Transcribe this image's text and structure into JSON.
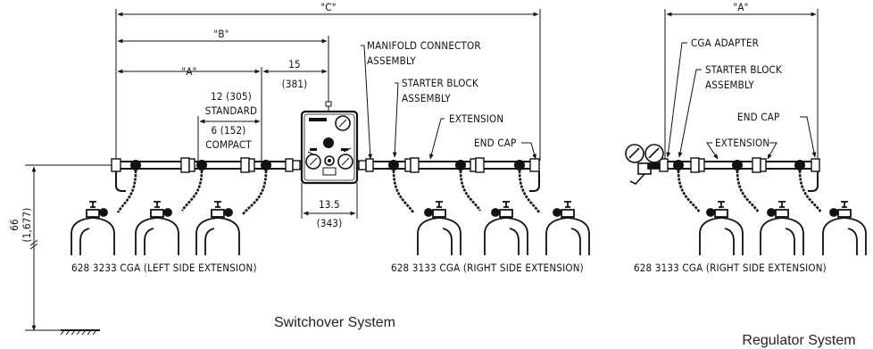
{
  "switchover": {
    "dim_c": "\"C\"",
    "dim_b": "\"B\"",
    "dim_a": "\"A\"",
    "dim_15": "15",
    "dim_15_mm": "(381)",
    "std_dim": "12 (305)",
    "std_label": "STANDARD",
    "compact_dim": "6 (152)",
    "compact_label": "COMPACT",
    "manifold_connector_1": "MANIFOLD CONNECTOR",
    "manifold_connector_2": "ASSEMBLY",
    "starter_block_1": "STARTER BLOCK",
    "starter_block_2": "ASSEMBLY",
    "extension": "EXTENSION",
    "end_cap": "END CAP",
    "dim_135": "13.5",
    "dim_135_mm": "(343)",
    "height_in": "66",
    "height_mm": "(1,677)",
    "left_part": "628 3233 CGA (LEFT SIDE EXTENSION)",
    "right_part": "628 3133 CGA (RIGHT SIDE EXTENSION)",
    "caption": "Switchover System"
  },
  "regulator": {
    "dim_a": "\"A\"",
    "cga_adapter": "CGA ADAPTER",
    "starter_block_1": "STARTER BLOCK",
    "starter_block_2": "ASSEMBLY",
    "end_cap": "END CAP",
    "extension": "EXTENSION",
    "part": "628 3133 CGA (RIGHT SIDE EXTENSION)",
    "caption": "Regulator System"
  }
}
